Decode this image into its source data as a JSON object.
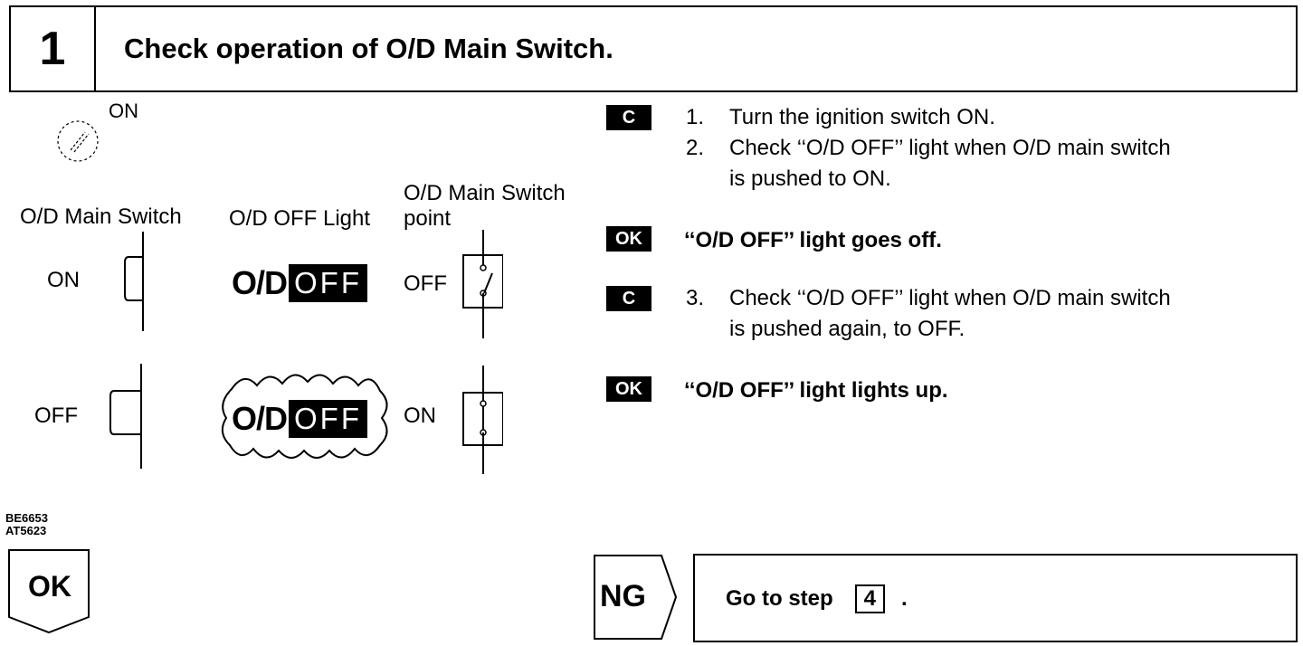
{
  "header": {
    "step_number": "1",
    "title": "Check operation of O/D Main Switch."
  },
  "ignition": {
    "label": "ON",
    "icon": "ignition-key-icon"
  },
  "diagram": {
    "col_main_switch": "O/D Main Switch",
    "col_light": "O/D OFF Light",
    "col_point_line1": "O/D Main Switch",
    "col_point_line2": "point",
    "rows": [
      {
        "switch_state": "ON",
        "light_od": "O/D",
        "light_off": "OFF",
        "point_state": "OFF"
      },
      {
        "switch_state": "OFF",
        "light_od": "O/D",
        "light_off": "OFF",
        "point_state": "ON"
      }
    ],
    "figure_codes": [
      "BE6653",
      "AT5623"
    ]
  },
  "instructions": {
    "tag_c": "C",
    "tag_ok": "OK",
    "step1_num": "1.",
    "step1_text": "Turn the ignition switch ON.",
    "step2_num": "2.",
    "step2_line1": "Check ‘‘O/D OFF’’ light when O/D main switch",
    "step2_line2": "is pushed to ON.",
    "ok1_text": "‘‘O/D OFF’’ light goes off.",
    "step3_num": "3.",
    "step3_line1": "Check ‘‘O/D OFF’’ light when O/D main switch",
    "step3_line2": "is pushed again, to OFF.",
    "ok2_text": "‘‘O/D OFF’’ light lights up."
  },
  "footer": {
    "ok_label": "OK",
    "ng_label": "NG",
    "goto_text": "Go to step",
    "goto_step": "4",
    "goto_period": "."
  }
}
